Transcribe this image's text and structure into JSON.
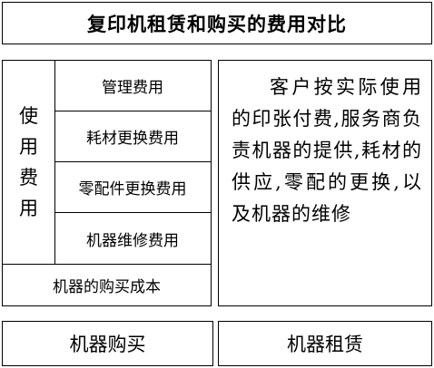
{
  "title": "复印机租赁和购买的费用对比",
  "usage_cost": {
    "label_chars": [
      "使",
      "用",
      "费",
      "用"
    ],
    "items": [
      "管理费用",
      "耗材更换费用",
      "零配件更换费用",
      "机器维修费用"
    ]
  },
  "purchase_cost": "机器的购买成本",
  "description": "客户按实际使用的印张付费,服务商负责机器的提供,耗材的供应,零配的更换,以及机器的维修",
  "footer": {
    "buy": "机器购买",
    "rent": "机器租赁"
  }
}
